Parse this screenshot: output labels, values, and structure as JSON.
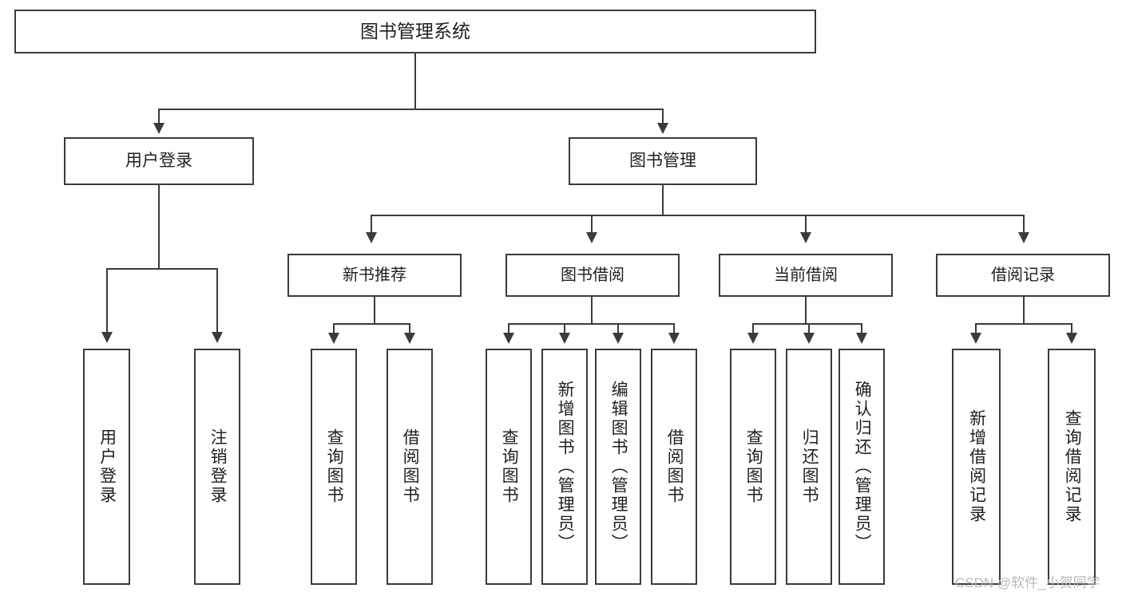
{
  "diagram": {
    "title": "图书管理系统",
    "type": "tree-hierarchy-chart",
    "root": {
      "label": "图书管理系统"
    },
    "level1": [
      {
        "label": "用户登录"
      },
      {
        "label": "图书管理"
      }
    ],
    "level2": [
      {
        "label": "新书推荐"
      },
      {
        "label": "图书借阅"
      },
      {
        "label": "当前借阅"
      },
      {
        "label": "借阅记录"
      }
    ],
    "leaves": [
      {
        "label": "用户登录",
        "parent": "用户登录"
      },
      {
        "label": "注销登录",
        "parent": "用户登录"
      },
      {
        "label": "查询图书",
        "parent": "新书推荐"
      },
      {
        "label": "借阅图书",
        "parent": "新书推荐"
      },
      {
        "label": "查询图书",
        "parent": "图书借阅"
      },
      {
        "label": "新增图书（管理员）",
        "parent": "图书借阅"
      },
      {
        "label": "编辑图书（管理员）",
        "parent": "图书借阅"
      },
      {
        "label": "借阅图书",
        "parent": "图书借阅"
      },
      {
        "label": "查询图书",
        "parent": "当前借阅"
      },
      {
        "label": "归还图书",
        "parent": "当前借阅"
      },
      {
        "label": "确认归还（管理员）",
        "parent": "当前借阅"
      },
      {
        "label": "新增借阅记录",
        "parent": "借阅记录"
      },
      {
        "label": "查询借阅记录",
        "parent": "借阅记录"
      }
    ],
    "watermark": "CSDN @软件_小贺同学",
    "colors": {
      "stroke": "#3b3b3b",
      "fill": "#ffffff",
      "text": "#1f1f1f",
      "watermark": "#b9b9b9"
    }
  }
}
